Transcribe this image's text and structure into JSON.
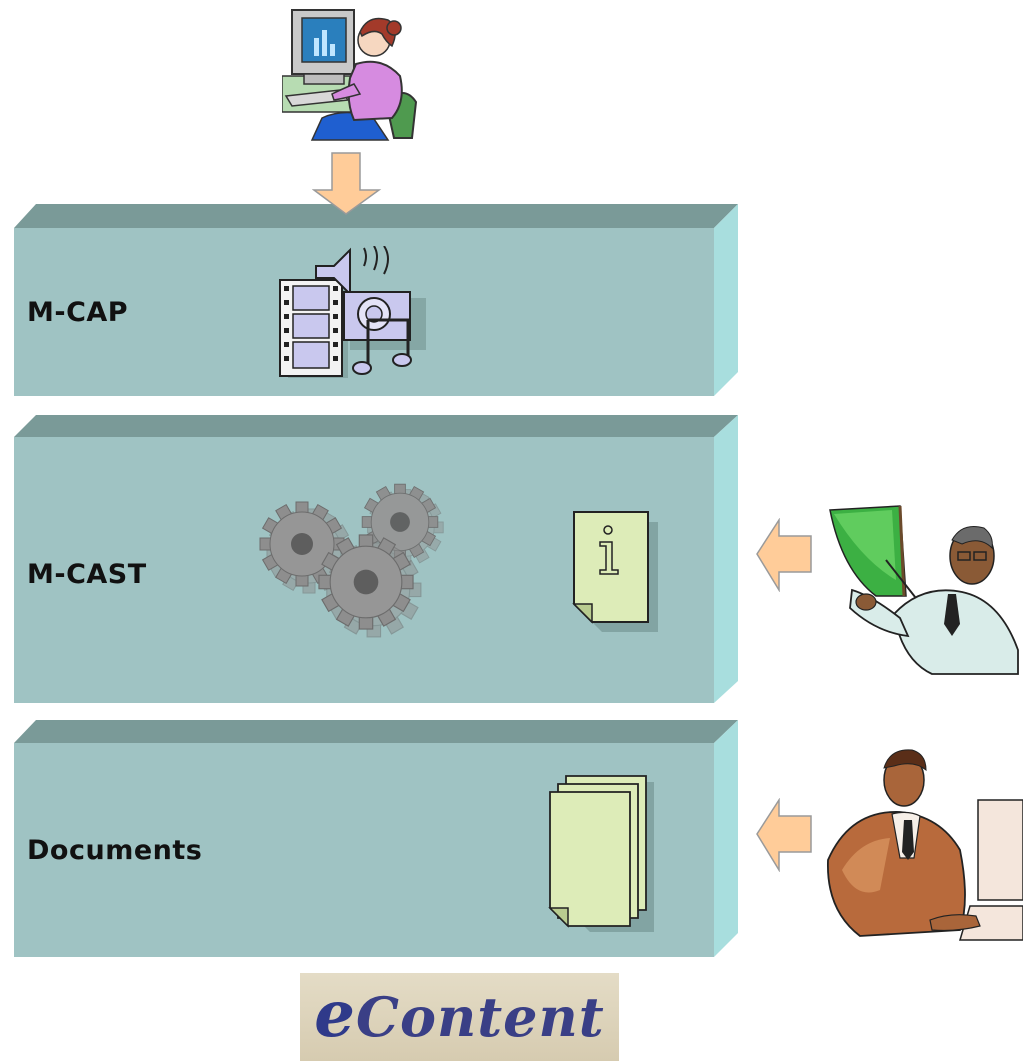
{
  "layers": [
    {
      "id": "mcap",
      "label": "M-CAP"
    },
    {
      "id": "mcast",
      "label": "M-CAST"
    },
    {
      "id": "documents",
      "label": "Documents"
    }
  ],
  "logo": {
    "initial": "e",
    "rest": "Content"
  },
  "colors": {
    "slab_front": "#9fc3c3",
    "slab_top": "#7a9a98",
    "slab_side": "#a8dede",
    "arrow_fill": "#ffcc99",
    "document_fill": "#ddecb8",
    "gear_fill": "#8f8f8f"
  },
  "icons": [
    "user-at-computer-icon",
    "multimedia-icon",
    "gears-icon",
    "info-document-icon",
    "presenter-icon",
    "documents-stack-icon",
    "businessman-icon",
    "arrow-down-icon",
    "arrow-left-icon"
  ]
}
